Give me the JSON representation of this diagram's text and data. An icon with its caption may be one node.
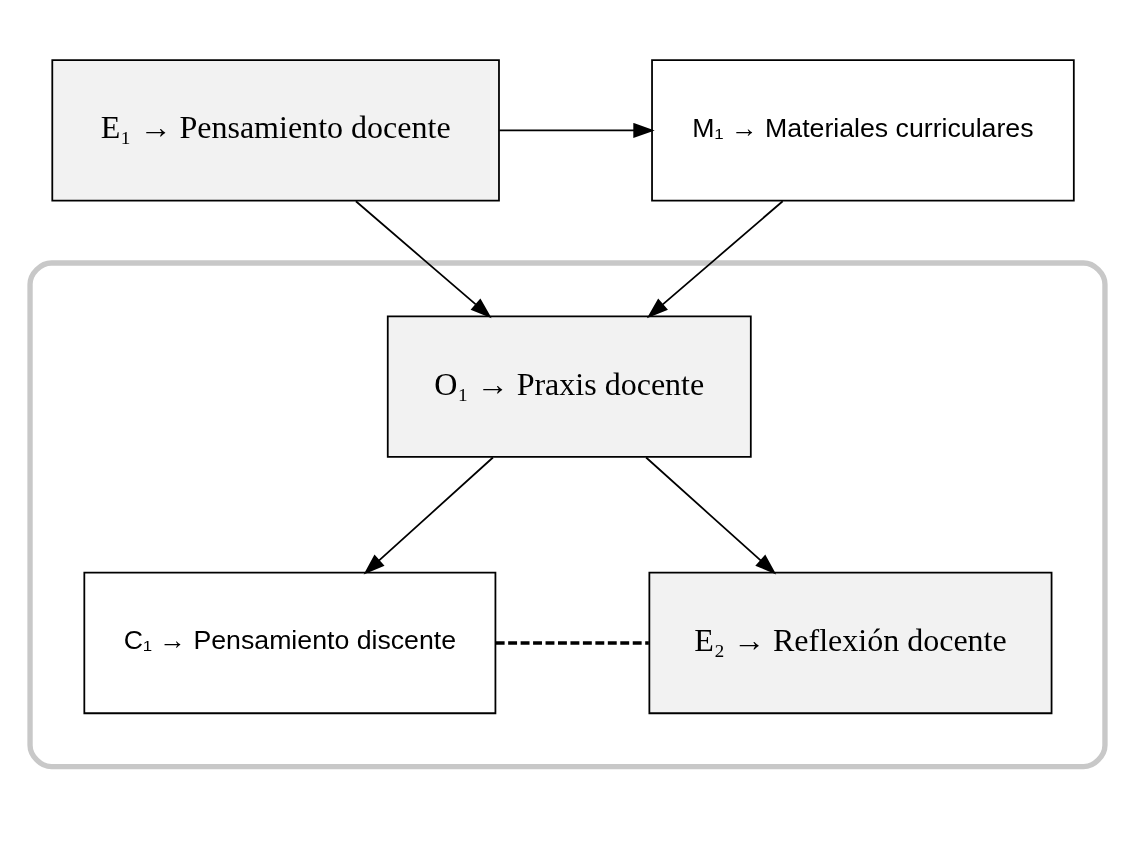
{
  "diagram": {
    "nodes": [
      {
        "text": [
          "E₁ → Pensamiento docente"
        ]
      },
      {
        "text": [
          "M₁ → Materiales curriculares"
        ]
      },
      {
        "text": [],
        "shape": "ellipse"
      },
      {
        "text": [
          "O₁ → Praxis docente"
        ],
        "in": 2
      },
      {
        "text": [
          "C₁ → Pensamiento discente"
        ],
        "in": 2
      },
      {
        "text": [
          "E₂ → Reflexión docente"
        ],
        "in": 2
      }
    ],
    "edges": [
      {
        "from": 0,
        "to": 1,
        "arrow": "to"
      },
      {
        "from": 0,
        "to": 3,
        "arrow": "to"
      },
      {
        "from": 1,
        "to": 3,
        "arrow": "to"
      },
      {
        "from": 3,
        "to": 4,
        "arrow": "to"
      },
      {
        "from": 3,
        "to": 5,
        "arrow": "to"
      },
      {
        "from": 4,
        "to": 5,
        "arrow": "none",
        "style": "dashed"
      }
    ]
  }
}
